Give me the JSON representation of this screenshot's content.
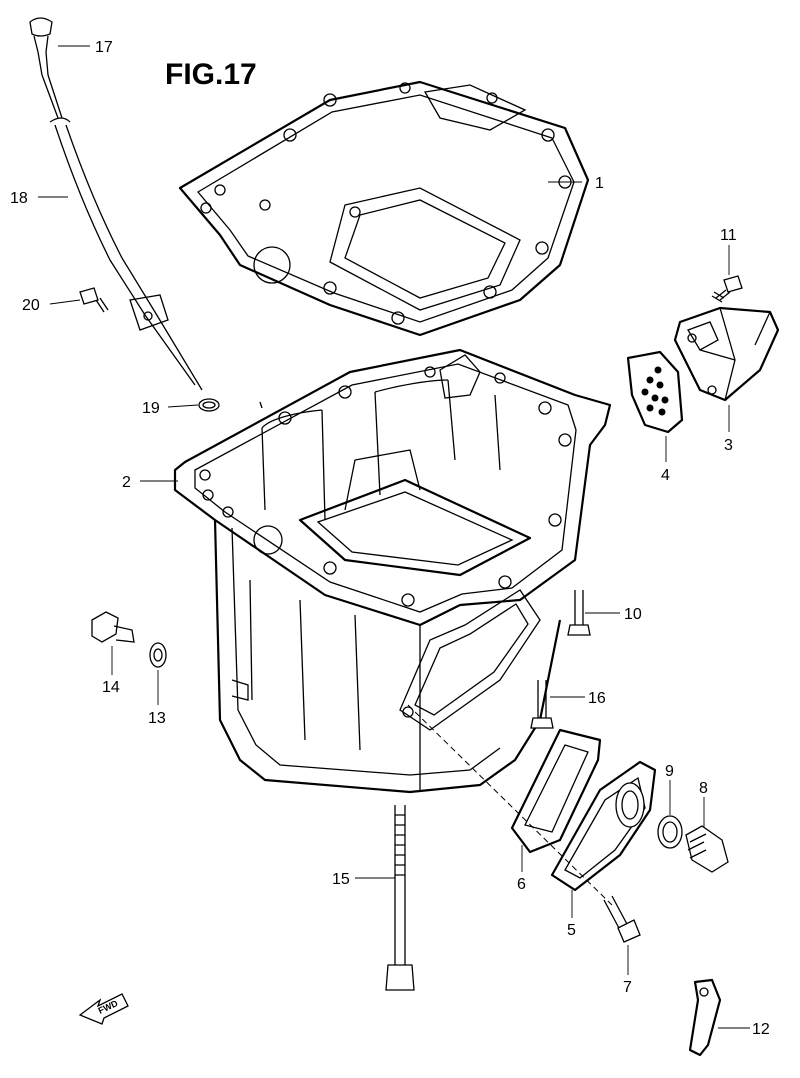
{
  "figure": {
    "title": "FIG.17",
    "fwd_label": "FWD"
  },
  "callouts": [
    {
      "id": "c1",
      "label": "1"
    },
    {
      "id": "c2",
      "label": "2"
    },
    {
      "id": "c3",
      "label": "3"
    },
    {
      "id": "c4",
      "label": "4"
    },
    {
      "id": "c5",
      "label": "5"
    },
    {
      "id": "c6",
      "label": "6"
    },
    {
      "id": "c7",
      "label": "7"
    },
    {
      "id": "c8",
      "label": "8"
    },
    {
      "id": "c9",
      "label": "9"
    },
    {
      "id": "c10",
      "label": "10"
    },
    {
      "id": "c11",
      "label": "11"
    },
    {
      "id": "c12",
      "label": "12"
    },
    {
      "id": "c13",
      "label": "13"
    },
    {
      "id": "c14",
      "label": "14"
    },
    {
      "id": "c15",
      "label": "15"
    },
    {
      "id": "c16",
      "label": "16"
    },
    {
      "id": "c17",
      "label": "17"
    },
    {
      "id": "c18",
      "label": "18"
    },
    {
      "id": "c19",
      "label": "19"
    },
    {
      "id": "c20",
      "label": "20"
    }
  ],
  "colors": {
    "line": "#000000",
    "background": "#ffffff"
  }
}
